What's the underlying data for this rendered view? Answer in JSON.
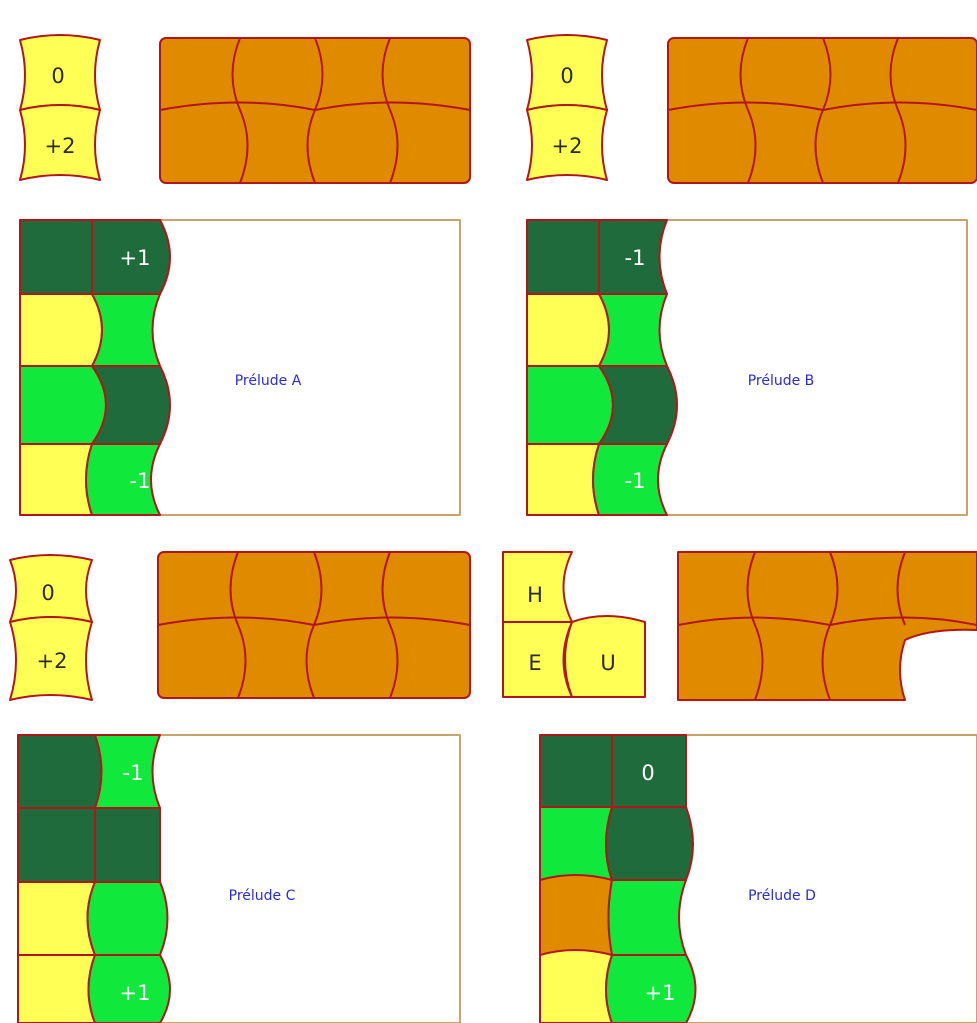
{
  "colors": {
    "yellow": "#ffff55",
    "orange": "#e08a00",
    "dark_green": "#1f6b3c",
    "light_green": "#11e83c",
    "outline": "#b2161a",
    "board_border": "#c8a46a",
    "prelude_text": "#2a2ad8",
    "label_on_yellow": "#2b2b2b",
    "label_on_green": "#ffffff"
  },
  "panels": [
    {
      "prelude_label": "Prélude A",
      "side_labels": [
        "0",
        "+2"
      ],
      "top_label": "+1",
      "bottom_label": "-1"
    },
    {
      "prelude_label": "Prélude B",
      "side_labels": [
        "0",
        "+2"
      ],
      "top_label": "-1",
      "bottom_label": "-1"
    },
    {
      "prelude_label": "Prélude C",
      "side_labels": [
        "0",
        "+2"
      ],
      "top_label": "-1",
      "bottom_label": "+1"
    },
    {
      "prelude_label": "Prélude D",
      "side_labels": [
        "H",
        "E",
        "U"
      ],
      "top_label": "0",
      "bottom_label": "+1"
    }
  ]
}
